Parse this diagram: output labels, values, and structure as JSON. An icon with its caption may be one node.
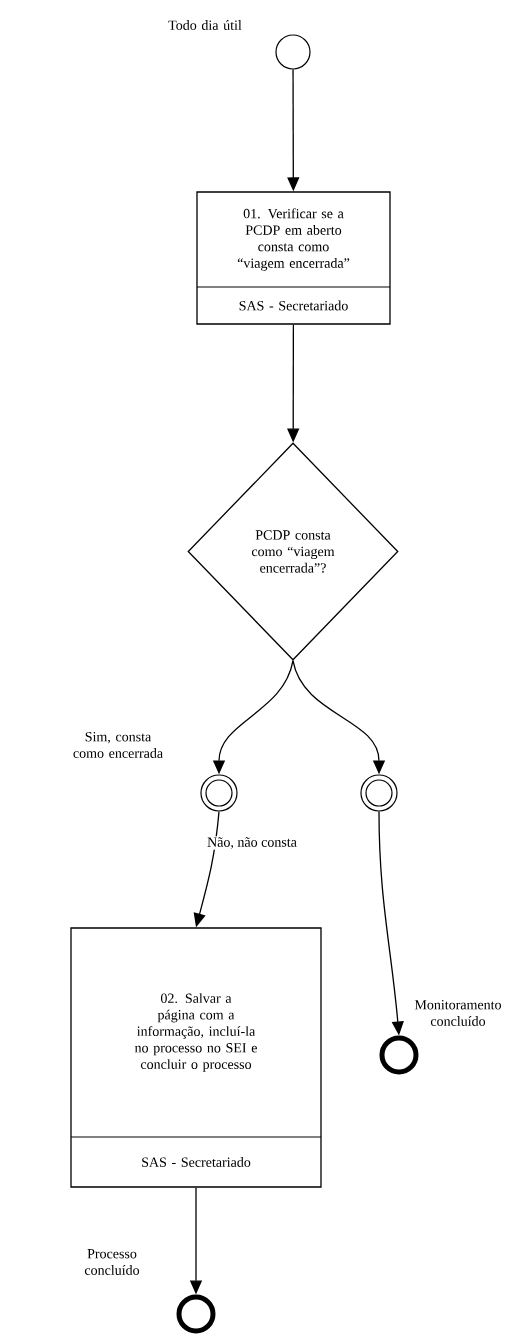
{
  "diagram": {
    "nodes": [
      {
        "text": [],
        "shape": "circle",
        "beside": [
          "Todo dia útil"
        ]
      },
      {
        "text": [
          "01. Verificar se a PCDP em aberto consta como “viagem encerrada”",
          "SAS - Secretariado"
        ]
      },
      {
        "text": [
          "PCDP consta como “viagem encerrada”?"
        ]
      },
      {
        "text": [],
        "shape": "circle",
        "beside": [
          "Sim, consta como encerrada"
        ]
      },
      {
        "text": [],
        "shape": "circle"
      },
      {
        "text": [
          "02. Salvar a página com a informação, incluí-la no processo no SEI e concluir o processo",
          "SAS - Secretariado"
        ]
      },
      {
        "text": [],
        "shape": "circle",
        "beside": [
          "Monitoramento concluído"
        ]
      },
      {
        "text": [],
        "shape": "circle",
        "beside": [
          "Processo concluído"
        ]
      }
    ],
    "edges": [
      {
        "from": 0,
        "to": 1,
        "arrow": "to"
      },
      {
        "from": 1,
        "to": 2,
        "arrow": "to"
      },
      {
        "from": 2,
        "to": 3,
        "arrow": "to"
      },
      {
        "from": 2,
        "to": 4,
        "arrow": "to"
      },
      {
        "from": 3,
        "to": 5,
        "arrow": "to"
      },
      {
        "from": 4,
        "to": 6,
        "arrow": "to"
      },
      {
        "from": 5,
        "to": 7,
        "arrow": "to"
      }
    ],
    "labels": [
      "Não, não consta"
    ]
  }
}
